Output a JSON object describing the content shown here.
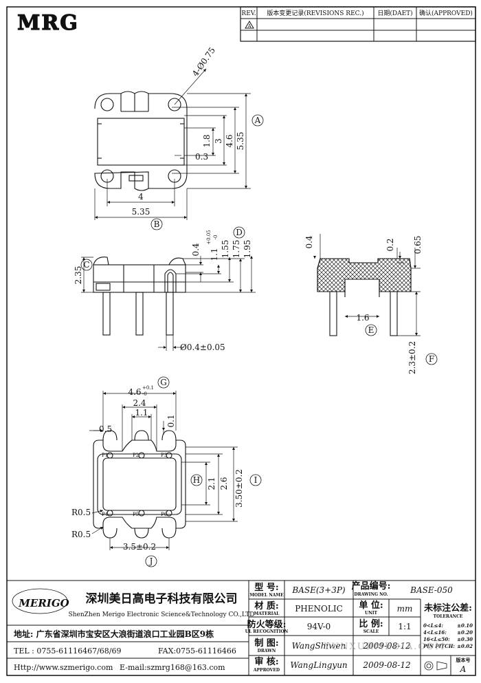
{
  "logo": {
    "text": "MRG"
  },
  "revision_table": {
    "headers": [
      "REV.",
      "版本变更记录(REVISIONS REC.)",
      "日期(DAET)",
      "确认(APPROVED)"
    ],
    "first_rev_mark": "A"
  },
  "dimensions": {
    "top_view": {
      "holes": "4-Ø0.75",
      "d_1_8": "1.8",
      "d_3": "3",
      "d_4_6": "4.6",
      "d_5_35_v": "5.35",
      "d_0_3": "0.3",
      "d_4": "4",
      "d_5_35_h": "5.35",
      "mark_A": "A",
      "mark_B": "B"
    },
    "side_view": {
      "d_2_35": "2.35",
      "d_0_4": "0.4",
      "d_1_1": "1.1",
      "d_1_1_tol_up": "+0.05",
      "d_1_1_tol_dn": "-0",
      "d_1_55": "1.55",
      "d_1_75": "1.75",
      "d_1_95": "1.95",
      "pin_dia": "Ø0.4±0.05",
      "mark_C": "C",
      "mark_D": "D"
    },
    "section_view": {
      "d_0_4": "0.4",
      "d_0_2": "0.2",
      "d_0_65": "0.65",
      "d_1_6": "1.6",
      "d_2_3": "2.3±0.2",
      "mark_E": "E",
      "mark_F": "F"
    },
    "bottom_view": {
      "d_4_6": "4.6",
      "d_4_6_tol_up": "+0.1",
      "d_4_6_tol_dn": "-0",
      "d_2_4": "2.4",
      "d_1_1": "1.1",
      "d_0_5": "0.5",
      "d_0_1": "0.1",
      "d_2_1": "2.1",
      "d_2_6": "2.6",
      "d_3_50": "3.50±0.2",
      "r1": "R0.5",
      "r2": "R0.5",
      "d_3_5": "3.5±0.2",
      "pins": [
        "P1",
        "P2",
        "P3",
        "P4",
        "P5",
        "P6"
      ],
      "mark_G": "G",
      "mark_H": "H",
      "mark_I": "I",
      "mark_J": "J"
    }
  },
  "title_block": {
    "company_logo": "MERIGO",
    "company_cn": "深圳美日高电子科技有限公司",
    "company_en": "ShenZhen Merigo Electronic Science&Technology CO.,LTD",
    "address": "地址: 广东省深圳市宝安区大浪街道浪口工业园B区9栋",
    "tel": "TEL : 0755-61116467/68/69",
    "fax": "FAX:0755-61116466",
    "web": "Http://www.szmerigo.com",
    "email": "E-mail:szmrg168@163.com",
    "model_label": "型 号:",
    "model_sub": "MODEL NAME",
    "model_value": "BASE(3+3P)",
    "drawing_label": "产品编号:",
    "drawing_sub": "DRAWING NO.",
    "drawing_value": "BASE-050",
    "material_label": "材 质:",
    "material_sub": "MATERIAL",
    "material_value": "PHENOLIC",
    "unit_label": "单 位:",
    "unit_sub": "UNIT",
    "unit_value": "mm",
    "ul_label": "防火等级:",
    "ul_sub": "UL RECOGNITION",
    "ul_value": "94V-0",
    "scale_label": "比 例:",
    "scale_sub": "SCALE",
    "scale_value": "1:1",
    "drawn_label": "制 图:",
    "drawn_sub": "DRAWN",
    "drawn_value": "WangShiwen",
    "drawn_date": "2009-08-12",
    "approved_label": "审 核:",
    "approved_sub": "APPROVED",
    "approved_value": "WangLingyun",
    "approved_date": "2009-08-12",
    "tolerance_title": "未标注公差:",
    "tolerance_sub": "TOLERANCE",
    "tolerances": [
      {
        "range": "0<L≤4:",
        "value": "±0.10"
      },
      {
        "range": "4<L≤16:",
        "value": "±0.20"
      },
      {
        "range": "16<L≤50:",
        "value": "±0.30"
      },
      {
        "range": "PIN PITCH:",
        "value": "±0.02"
      }
    ],
    "rev_label": "版本号",
    "rev_value": "A",
    "watermark": "YUNXURMEDIA.COM"
  }
}
